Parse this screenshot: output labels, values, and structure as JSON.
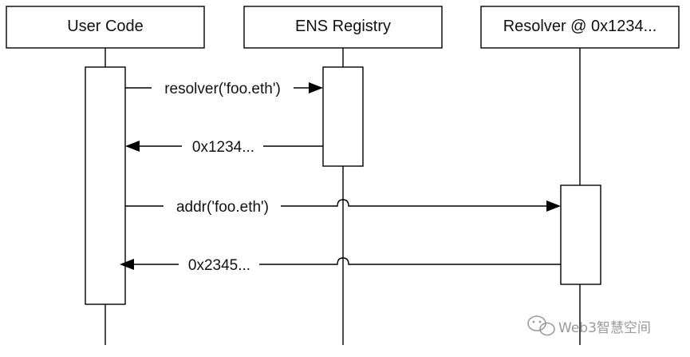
{
  "participants": [
    {
      "id": "user-code",
      "label": "User Code"
    },
    {
      "id": "ens-registry",
      "label": "ENS Registry"
    },
    {
      "id": "resolver",
      "label": "Resolver @ 0x1234..."
    }
  ],
  "messages": [
    {
      "label": "resolver('foo.eth')",
      "from": "user-code",
      "to": "ens-registry"
    },
    {
      "label": "0x1234...",
      "from": "ens-registry",
      "to": "user-code"
    },
    {
      "label": "addr('foo.eth')",
      "from": "user-code",
      "to": "resolver"
    },
    {
      "label": "0x2345...",
      "from": "resolver",
      "to": "user-code"
    }
  ],
  "watermark": {
    "text": "Web3智慧空间",
    "icon": "wechat-icon"
  },
  "colors": {
    "stroke": "#000000",
    "background": "#ffffff",
    "watermark": "#9a9a9a"
  }
}
